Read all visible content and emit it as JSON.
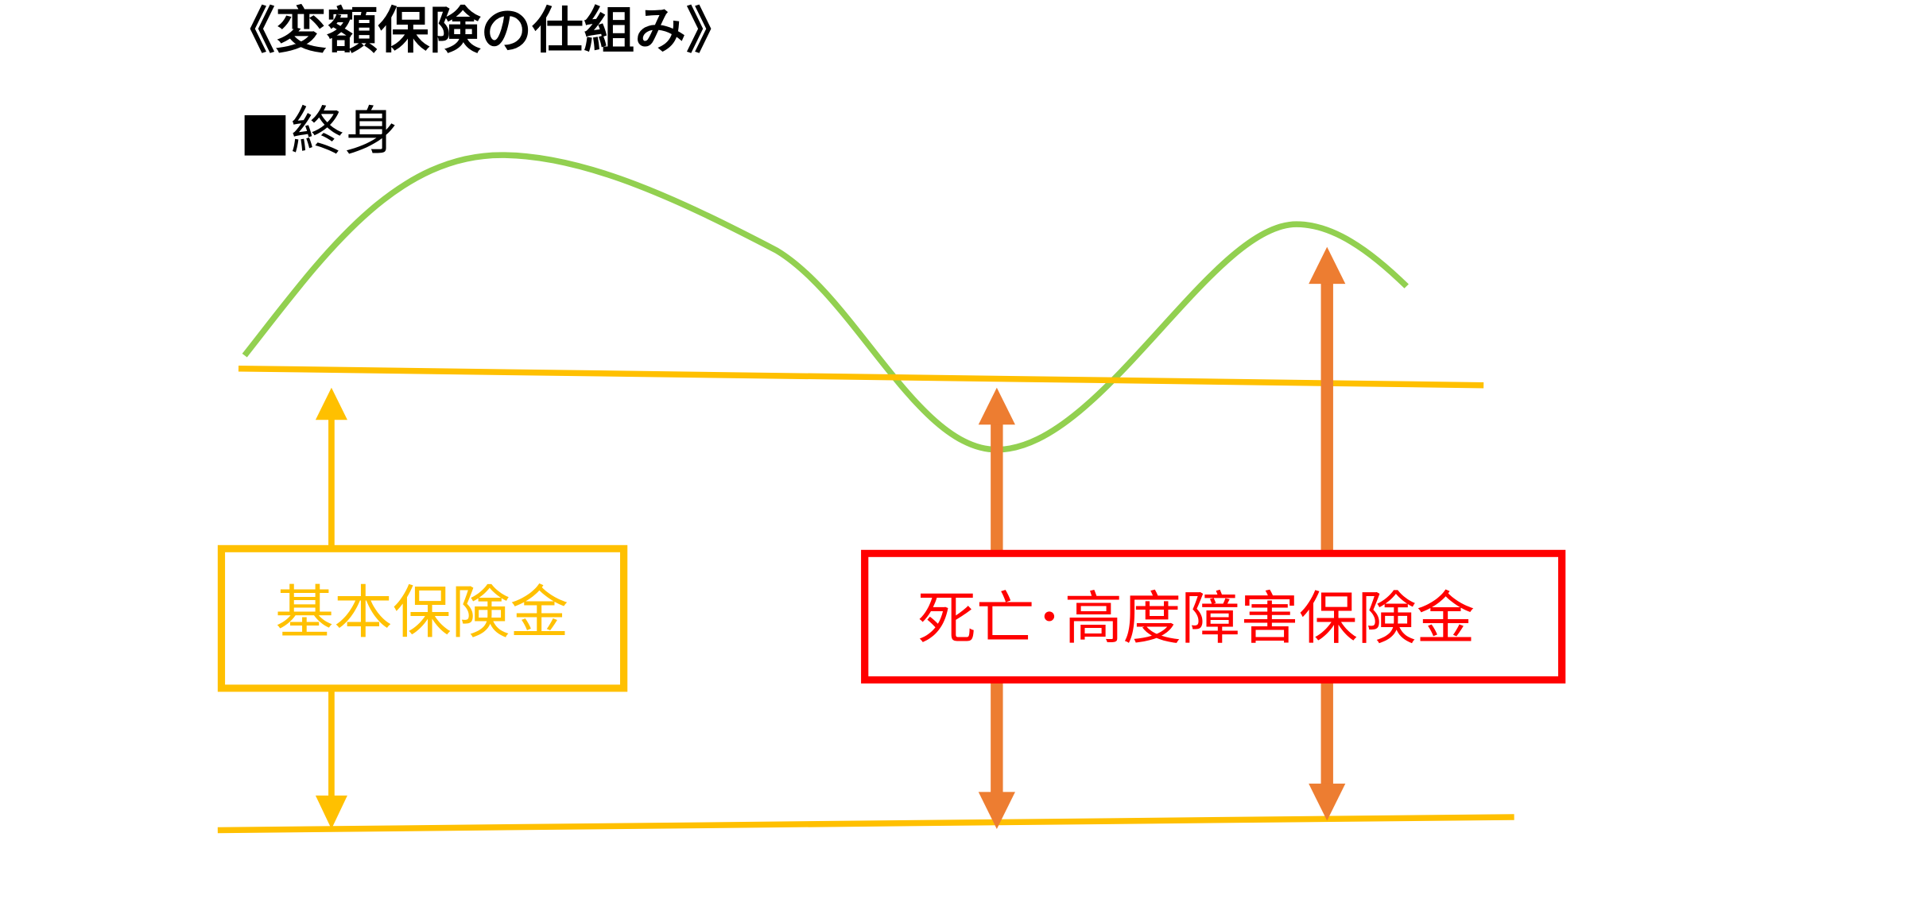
{
  "title": "《変額保険の仕組み》",
  "subtitle": "■終身",
  "basic_label": "基本保険金",
  "death_label": "死亡･高度障害保険金",
  "colors": {
    "curve": "#92D050",
    "basic": "#FFC000",
    "arrow_orange": "#ED7D31",
    "death_box": "#FF0000",
    "text": "#000000"
  }
}
